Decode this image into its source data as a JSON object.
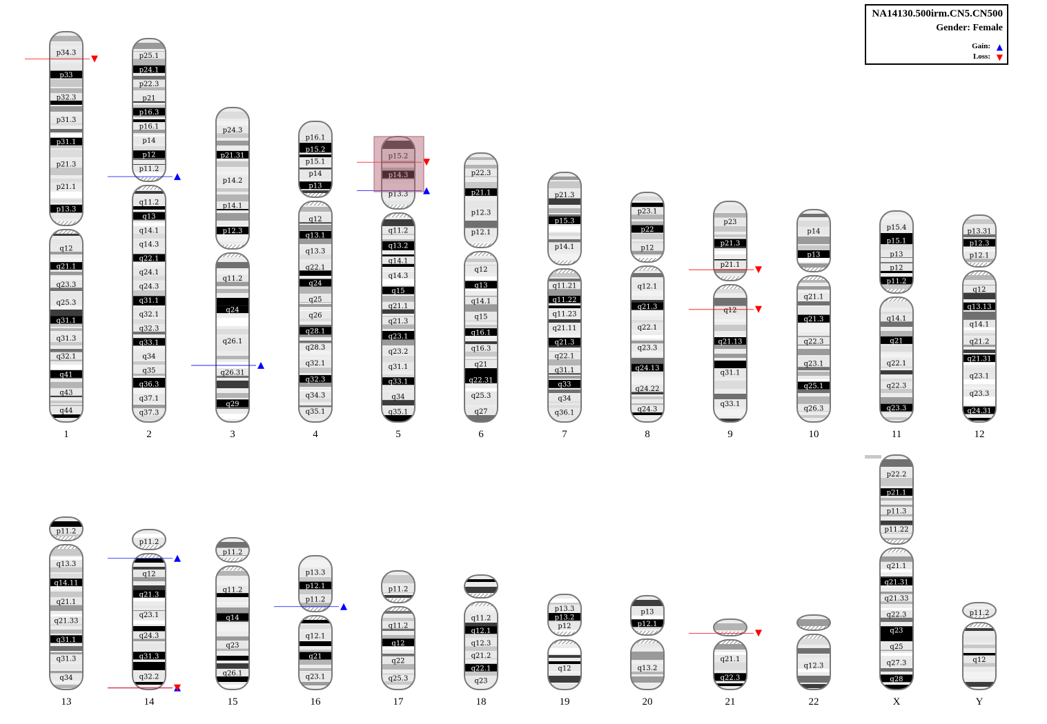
{
  "legend": {
    "sample": "NA14130.500irm.CN5.CN500",
    "gender": "Gender: Female",
    "gain_label": "Gain:",
    "loss_label": "Loss:",
    "gain_symbol": "▲",
    "loss_symbol": "▼",
    "gain_color": "#0000ff",
    "loss_color": "#ff0000"
  },
  "colors": {
    "outline": "#777777",
    "centromere_hatch": "#888888",
    "highlight": "#b06070"
  },
  "chromosomes": [
    {
      "name": "1",
      "p": [
        "p34.3",
        "p33",
        "p32.3",
        "p31.3",
        "p31.1",
        "p21.3",
        "p21.1",
        "p13.3"
      ],
      "q": [
        "q12",
        "q21.1",
        "q23.3",
        "q25.3",
        "q31.1",
        "q31.3",
        "q32.1",
        "q41",
        "q43",
        "q44"
      ],
      "marks": [
        {
          "type": "loss",
          "pos": 0.07
        }
      ]
    },
    {
      "name": "2",
      "p": [
        "p25.1",
        "p24.1",
        "p22.3",
        "p21",
        "p16.3",
        "p16.1",
        "p14",
        "p12",
        "p11.2"
      ],
      "q": [
        "q11.2",
        "q13",
        "q14.1",
        "q14.3",
        "q22.1",
        "q24.1",
        "q24.3",
        "q31.1",
        "q32.1",
        "q32.3",
        "q33.1",
        "q34",
        "q35",
        "q36.3",
        "q37.1",
        "q37.3"
      ],
      "marks": [
        {
          "type": "gain",
          "pos": 0.36
        }
      ]
    },
    {
      "name": "3",
      "p": [
        "p24.3",
        "p21.31",
        "p14.2",
        "p14.1",
        "p12.3"
      ],
      "q": [
        "q11.2",
        "q24",
        "q26.1",
        "q26.31",
        "q29"
      ],
      "marks": [
        {
          "type": "gain",
          "pos": 0.82
        }
      ]
    },
    {
      "name": "4",
      "p": [
        "p16.1",
        "p15.2",
        "p15.1",
        "p14",
        "p13"
      ],
      "q": [
        "q12",
        "q13.1",
        "q13.3",
        "q22.1",
        "q24",
        "q25",
        "q26",
        "q28.1",
        "q28.3",
        "q32.1",
        "q32.3",
        "q34.3",
        "q35.1"
      ],
      "marks": []
    },
    {
      "name": "5",
      "p": [
        "p15.2",
        "p14.3",
        "p13.3"
      ],
      "q": [
        "q11.2",
        "q13.2",
        "q14.1",
        "q14.3",
        "q15",
        "q21.1",
        "q21.3",
        "q23.1",
        "q23.2",
        "q31.1",
        "q33.1",
        "q34",
        "q35.1"
      ],
      "marks": [
        {
          "type": "loss",
          "pos": 0.09
        },
        {
          "type": "gain",
          "pos": 0.19
        }
      ]
    },
    {
      "name": "6",
      "p": [
        "p22.3",
        "p21.1",
        "p12.3",
        "p12.1"
      ],
      "q": [
        "q12",
        "q13",
        "q14.1",
        "q15",
        "q16.1",
        "q16.3",
        "q21",
        "q22.31",
        "q25.3",
        "q27"
      ],
      "marks": []
    },
    {
      "name": "7",
      "p": [
        "p21.3",
        "p15.3",
        "p14.1"
      ],
      "q": [
        "q11.21",
        "q11.22",
        "q11.23",
        "q21.11",
        "q21.3",
        "q22.1",
        "q31.1",
        "q33",
        "q34",
        "q36.1"
      ],
      "marks": []
    },
    {
      "name": "8",
      "p": [
        "p23.1",
        "p22",
        "p12"
      ],
      "q": [
        "q12.1",
        "q21.3",
        "q22.1",
        "q23.3",
        "q24.13",
        "q24.22",
        "q24.3"
      ],
      "marks": []
    },
    {
      "name": "9",
      "p": [
        "p23",
        "p21.3",
        "p21.1"
      ],
      "q": [
        "q12",
        "q21.13",
        "q31.1",
        "q33.1"
      ],
      "marks": [
        {
          "type": "loss",
          "pos": 0.31
        },
        {
          "type": "loss",
          "pos": 0.49
        }
      ]
    },
    {
      "name": "10",
      "p": [
        "p14",
        "p13"
      ],
      "q": [
        "q21.1",
        "q21.3",
        "q22.3",
        "q23.1",
        "q25.1",
        "q26.3"
      ],
      "marks": []
    },
    {
      "name": "11",
      "p": [
        "p15.4",
        "p15.1",
        "p13",
        "p12",
        "p11.2"
      ],
      "q": [
        "q14.1",
        "q21",
        "q22.1",
        "q22.3",
        "q23.3"
      ],
      "marks": []
    },
    {
      "name": "12",
      "p": [
        "p13.31",
        "p12.3",
        "p12.1"
      ],
      "q": [
        "q12",
        "q13.13",
        "q14.1",
        "q21.2",
        "q21.31",
        "q23.1",
        "q23.3",
        "q24.31"
      ],
      "marks": []
    },
    {
      "name": "13",
      "p": [
        "p11.2"
      ],
      "q": [
        "q13.3",
        "q14.11",
        "q21.1",
        "q21.33",
        "q31.1",
        "q31.3",
        "q34"
      ],
      "marks": []
    },
    {
      "name": "14",
      "p": [
        "p11.2"
      ],
      "q": [
        "q12",
        "q21.3",
        "q23.1",
        "q24.3",
        "q31.3",
        "q32.2"
      ],
      "marks": [
        {
          "type": "gain",
          "pos": 0.18
        },
        {
          "type": "gain",
          "pos": 0.99
        },
        {
          "type": "loss",
          "pos": 0.99
        }
      ]
    },
    {
      "name": "15",
      "p": [
        "p11.2"
      ],
      "q": [
        "q11.2",
        "q14",
        "q23",
        "q26.1"
      ],
      "marks": []
    },
    {
      "name": "16",
      "p": [
        "p13.3",
        "p12.1",
        "p11.2"
      ],
      "q": [
        "q12.1",
        "q21",
        "q23.1"
      ],
      "marks": [
        {
          "type": "gain",
          "pos": 0.38
        }
      ]
    },
    {
      "name": "17",
      "p": [
        "p11.2"
      ],
      "q": [
        "q11.2",
        "q12",
        "q22",
        "q25.3"
      ],
      "marks": []
    },
    {
      "name": "18",
      "p": [],
      "q": [
        "q11.2",
        "q12.1",
        "q12.3",
        "q21.2",
        "q22.1",
        "q23"
      ],
      "marks": []
    },
    {
      "name": "19",
      "p": [
        "p13.3",
        "p13.2",
        "p12"
      ],
      "q": [
        "q12"
      ],
      "marks": []
    },
    {
      "name": "20",
      "p": [
        "p13",
        "p12.1"
      ],
      "q": [
        "q13.2"
      ],
      "marks": []
    },
    {
      "name": "21",
      "p": [],
      "q": [
        "q21.1",
        "q22.3"
      ],
      "marks": [
        {
          "type": "loss",
          "pos": 0.2
        }
      ]
    },
    {
      "name": "22",
      "p": [],
      "q": [
        "q12.3"
      ],
      "marks": []
    },
    {
      "name": "X",
      "p": [
        "p22.2",
        "p21.1",
        "p11.3",
        "p11.22"
      ],
      "q": [
        "q21.1",
        "q21.31",
        "q21.33",
        "q22.3",
        "q23",
        "q25",
        "q27.3",
        "q28"
      ],
      "marks": []
    },
    {
      "name": "Y",
      "p": [
        "p11.2"
      ],
      "q": [
        "q12"
      ],
      "marks": []
    }
  ]
}
